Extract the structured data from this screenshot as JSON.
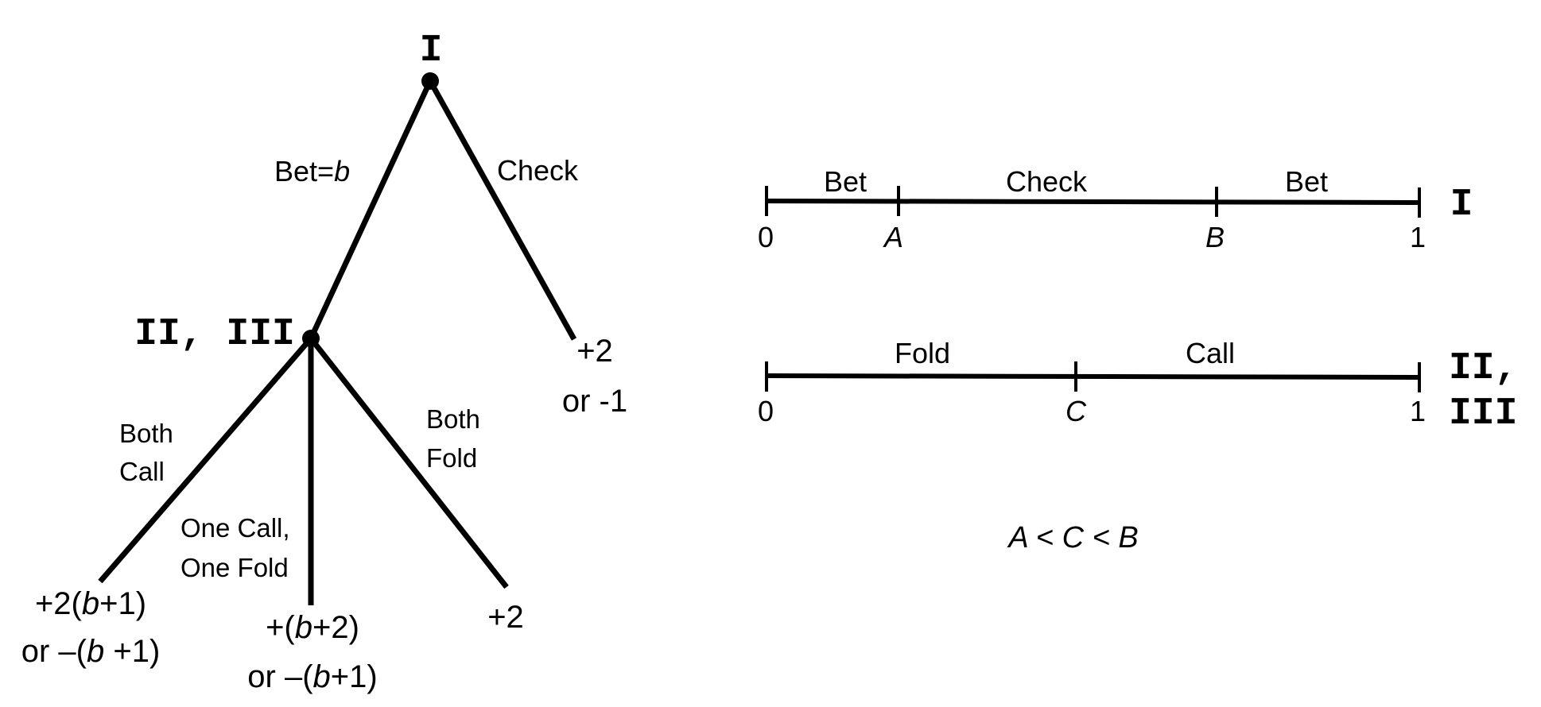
{
  "tree": {
    "root_player": "I",
    "second_player": "II, III",
    "bet_label": {
      "prefix": "Bet=",
      "var": "b"
    },
    "check_label": "Check",
    "check_payoff": {
      "line1": "+2",
      "line2": "or -1"
    },
    "both_call_label": {
      "line1": "Both",
      "line2": "Call"
    },
    "one_call_label": {
      "line1": "One Call,",
      "line2": "One Fold"
    },
    "both_fold_label": {
      "line1": "Both",
      "line2": "Fold"
    },
    "both_call_payoff": {
      "l1a": "+2(",
      "l1b": "b",
      "l1c": "+1)",
      "l2a": "or –(",
      "l2b": "b",
      "l2c": " +1)"
    },
    "one_call_payoff": {
      "l1a": "+(",
      "l1b": "b",
      "l1c": "+2)",
      "l2a": "or –(",
      "l2b": "b",
      "l2c": "+1)"
    },
    "both_fold_payoff": "+2"
  },
  "strategy_lines": {
    "player1": {
      "label": "I",
      "segments": [
        "Bet",
        "Check",
        "Bet"
      ],
      "ticks": [
        "0",
        "A",
        "B",
        "1"
      ]
    },
    "player23": {
      "label_line1": "II,",
      "label_line2": "III",
      "segments": [
        "Fold",
        "Call"
      ],
      "ticks": [
        "0",
        "C",
        "1"
      ]
    },
    "inequality": {
      "a": "A",
      "lt1": " < ",
      "c": "C",
      "lt2": " < ",
      "b": "B"
    }
  }
}
